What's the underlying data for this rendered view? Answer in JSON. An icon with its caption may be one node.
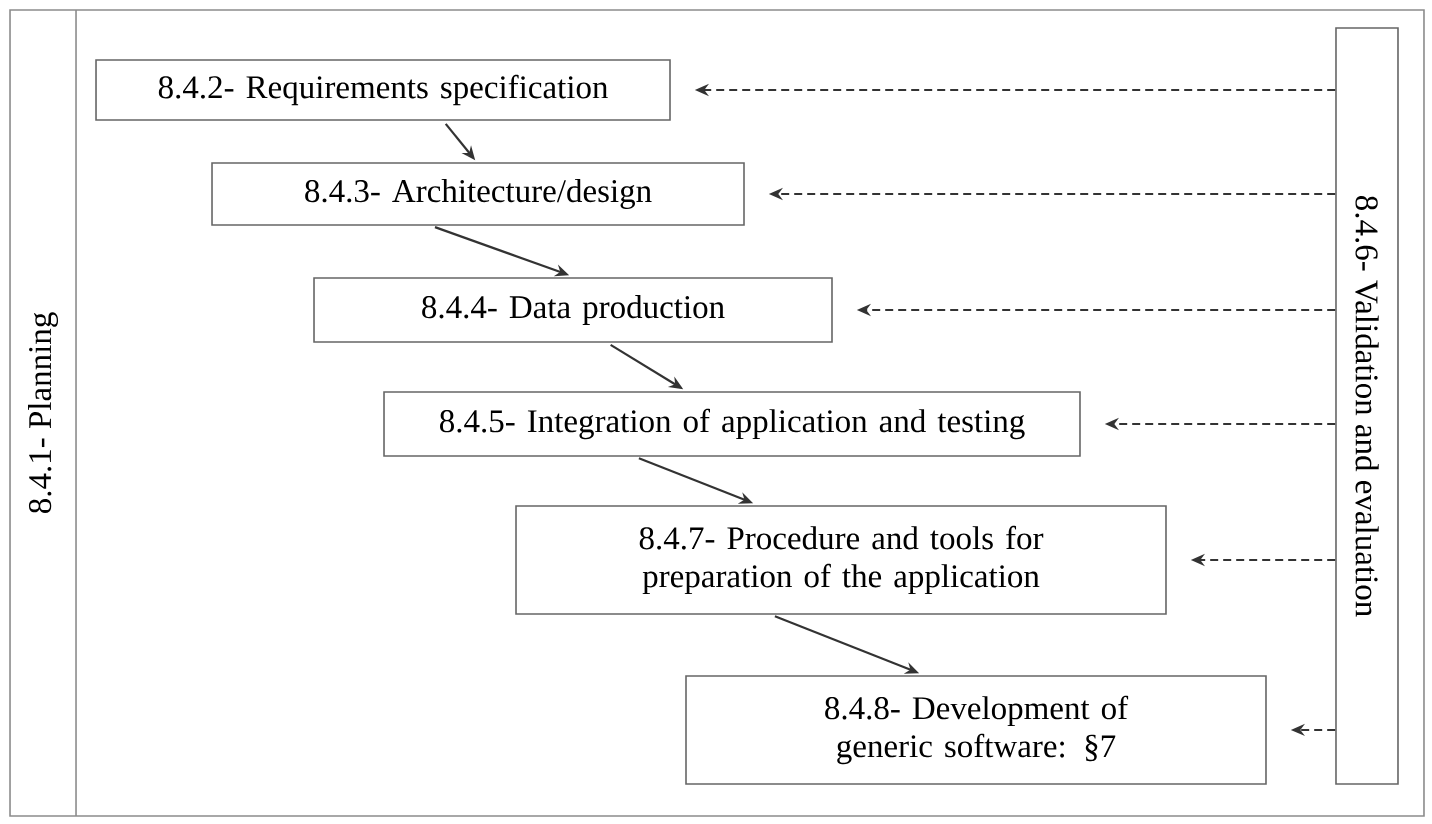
{
  "diagram": {
    "nodes": [
      {
        "text": [
          "8.4.1- Planning"
        ]
      },
      {
        "text": [
          "8.4.2- Requirements specification"
        ],
        "in": 0
      },
      {
        "text": [
          "8.4.3- Architecture/design"
        ],
        "in": 0
      },
      {
        "text": [
          "8.4.4- Data production"
        ],
        "in": 0
      },
      {
        "text": [
          "8.4.5- Integration of application and testing"
        ],
        "in": 0
      },
      {
        "text": [
          "8.4.7- Procedure and tools for preparation of the application"
        ],
        "in": 0
      },
      {
        "text": [
          "8.4.8- Development of generic software: §7"
        ],
        "in": 0
      },
      {
        "text": [
          "8.4.6- Validation and evaluation"
        ],
        "in": 0
      }
    ],
    "edges": [
      {
        "from": 1,
        "to": 2,
        "arrow": "to"
      },
      {
        "from": 2,
        "to": 3,
        "arrow": "to"
      },
      {
        "from": 3,
        "to": 4,
        "arrow": "to"
      },
      {
        "from": 4,
        "to": 5,
        "arrow": "to"
      },
      {
        "from": 5,
        "to": 6,
        "arrow": "to"
      },
      {
        "from": 7,
        "to": 1,
        "arrow": "to",
        "style": "dashed"
      },
      {
        "from": 7,
        "to": 2,
        "arrow": "to",
        "style": "dashed"
      },
      {
        "from": 7,
        "to": 3,
        "arrow": "to",
        "style": "dashed"
      },
      {
        "from": 7,
        "to": 4,
        "arrow": "to",
        "style": "dashed"
      },
      {
        "from": 7,
        "to": 5,
        "arrow": "to",
        "style": "dashed"
      },
      {
        "from": 7,
        "to": 6,
        "arrow": "to",
        "style": "dashed"
      }
    ]
  }
}
